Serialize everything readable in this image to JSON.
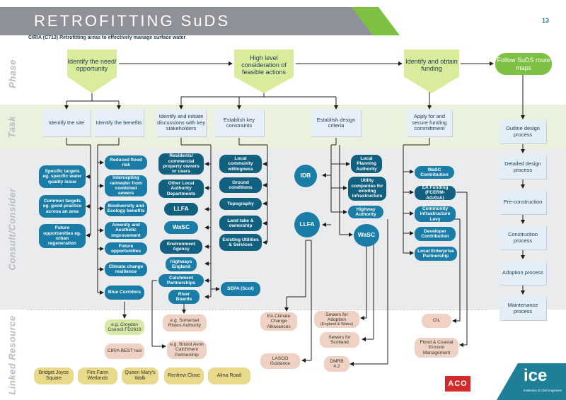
{
  "header": {
    "title": "RETROFITTING SuDS",
    "subtitle": "CIRIA (C713) Retrofitting areas to effectively manage surface water",
    "page_number": "13"
  },
  "bands": {
    "phase": "Phase",
    "task": "Task",
    "consult": "Consult/Consider",
    "linked": "Linked Resource"
  },
  "phases": {
    "identify_need": "Identify the need/ opportunity",
    "high_level": "High level consideration of feasible actions",
    "funding": "Identify and obtain funding",
    "follow": "Follow SuDS route maps"
  },
  "tasks": {
    "site": "Identify the site",
    "benefits": "Identify the benefits",
    "stakeholders": "Identify and initiate discussions with key stakeholders",
    "constraints": "Establish key constraints",
    "criteria": "Establish design criteria",
    "funding": "Apply for and secure funding committment"
  },
  "route_maps": [
    "Outline design process",
    "Detailed design process",
    "Pre-construction",
    "Construction process",
    "Adoption process",
    "Maintenance process"
  ],
  "consult": {
    "site": [
      "Specific targets eg. specific water quality issue",
      "Common targets eg. good practice across an area",
      "Future opportunities eg. urban regeneration"
    ],
    "benefits": [
      "Reduced flood risk",
      "Intercepting rainwater from combined sewers",
      "Biodiversity and Ecology benefits",
      "Amenity and Aesthetic improvement",
      "Future opportunities",
      "Climate change resilience",
      "Blue Corridors"
    ],
    "stakeholders": [
      "Residents/ commercial property owners or users",
      "Other Local Authority Departments",
      "LLFA",
      "WaSC",
      "Environment Agency",
      "Highways England",
      "Catchment Partnerships",
      "River Boards"
    ],
    "constraints": [
      "Local community willingness",
      "Ground conditions",
      "Topography",
      "Land take & ownership",
      "Existing Utilities & Services",
      "SEPA (Scot)"
    ],
    "criteria": [
      "Local Planning Authority",
      "Utility companies for existing infrastructure",
      "Highway Authority"
    ],
    "criteria_circles": [
      "IDB",
      "LLFA",
      "WaSC"
    ],
    "funding": [
      "WaSC Contribution",
      "EA Funding (FCERM-AG/GiA)",
      "Community infrastructure Levy",
      "Developer Contribution",
      "Local Enterprise Partnership"
    ]
  },
  "linked": {
    "croydon": "e.g. Croydon Council FD2619",
    "ciria_best": "CIRIA BEST tool",
    "somerset": "e.g. Somerset Rivers Authority",
    "bristol": "e.g. Bristol Avon Catchment Partnership",
    "ea_climate": "EA Climate Change Allowances",
    "lasoo": "LASOO Guidance",
    "sewers_adoption": "Sewers for Adoption",
    "sewers_adoption_sub": "(England & Wales)",
    "sewers_scotland": "Sewers for Scotland",
    "dmrb": "DMRB 4.2",
    "cil": "CIL",
    "flood_coastal": "Flood & Coastal Erosion Management"
  },
  "case_studies": [
    "Bridget Joyce Square",
    "Firs Farm Wetlands",
    "Queen Mary's Walk",
    "Renfrew Close",
    "Alma Road"
  ],
  "logos": {
    "aco": "ACO",
    "ice": "ice",
    "ice_sub": "Institution of Civil Engineers"
  },
  "colors": {
    "accent_green": "#7ec142",
    "teal": "#1a7da8",
    "light_green": "#d9ec9b",
    "pale_blue": "#e6eff8",
    "tan": "#efd2c4",
    "yellow": "#e9d98a",
    "aco_red": "#d42a2a",
    "ice_teal": "#1f7f96"
  }
}
